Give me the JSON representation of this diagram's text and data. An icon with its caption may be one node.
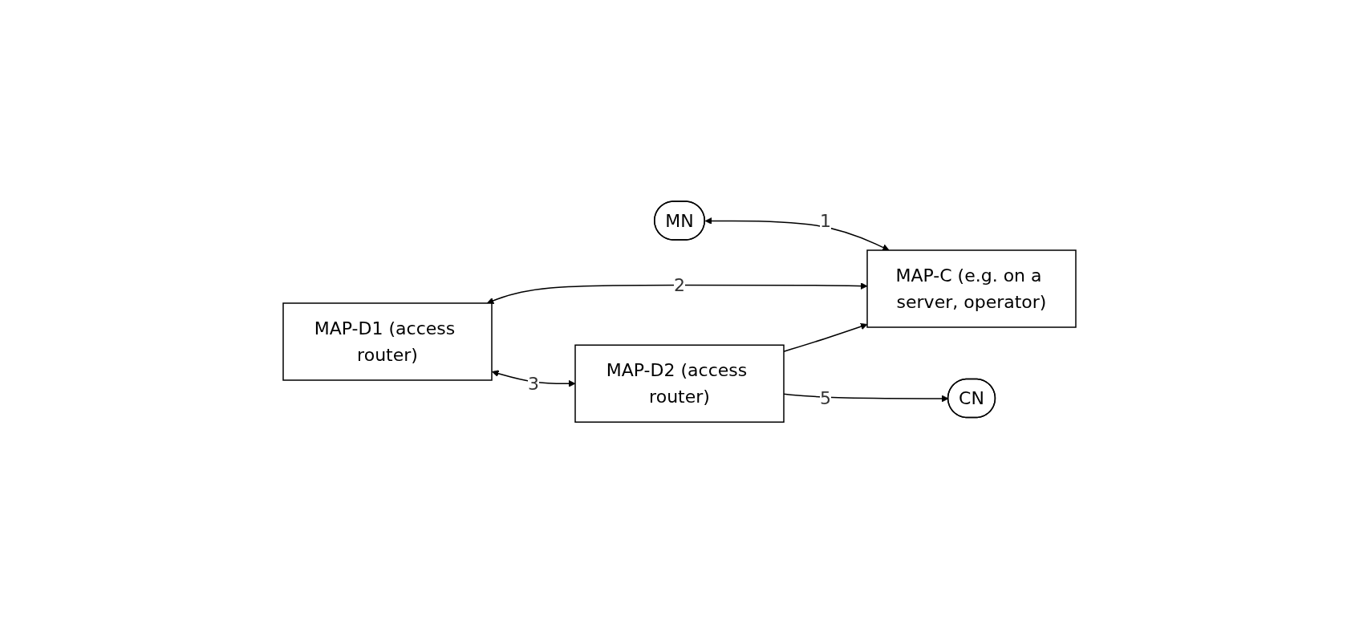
{
  "diagram": {
    "nodes": [
      {
        "text": [
          "MAP-D1 (access router)"
        ]
      },
      {
        "text": [
          "MN"
        ]
      },
      {
        "text": [
          "MAP-C (e.g. on a server, operator)"
        ]
      },
      {
        "text": [
          "MAP-D2 (access router)"
        ]
      },
      {
        "text": [
          "CN"
        ]
      }
    ],
    "edges": [
      {
        "from": 1,
        "to": 2,
        "arrow": "both",
        "label": "1"
      },
      {
        "from": 0,
        "to": 2,
        "arrow": "both",
        "label": "2"
      },
      {
        "from": 0,
        "to": 3,
        "arrow": "both",
        "label": "3"
      },
      {
        "from": 3,
        "to": 2,
        "arrow": "to"
      },
      {
        "from": 3,
        "to": 4,
        "arrow": "to",
        "label": "5"
      }
    ]
  }
}
